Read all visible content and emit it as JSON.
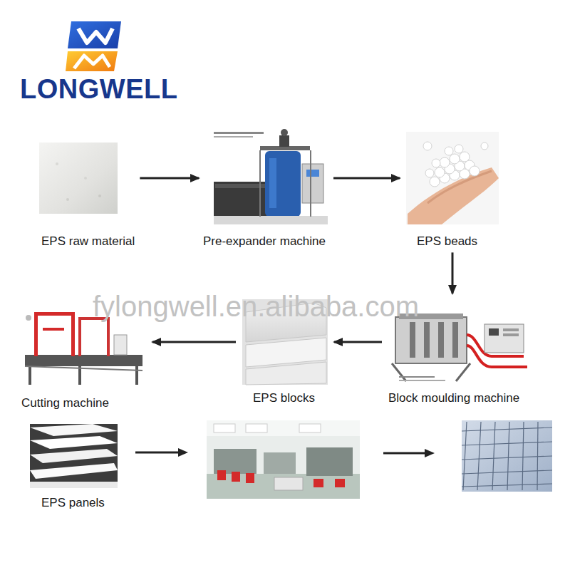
{
  "diagram": {
    "nodes": [
      {
        "text": [
          "EPS raw material"
        ]
      },
      {
        "text": [
          "Pre-expander machine"
        ]
      },
      {
        "text": [
          "EPS beads"
        ]
      },
      {
        "text": [
          "Cutting machine"
        ]
      },
      {
        "text": [
          "EPS blocks"
        ]
      },
      {
        "text": [
          "Block moulding machine"
        ]
      },
      {
        "text": [
          "EPS panels"
        ]
      }
    ],
    "edges": [
      {
        "from": 0,
        "to": 1,
        "arrow": "to"
      },
      {
        "from": 1,
        "to": 2,
        "arrow": "to"
      },
      {
        "from": 2,
        "to": 5,
        "arrow": "to"
      },
      {
        "from": 5,
        "to": 4,
        "arrow": "to"
      },
      {
        "from": 4,
        "to": 3,
        "arrow": "to"
      }
    ],
    "labels": [
      "LONGWELL",
      "fylongwell.en.alibaba.com"
    ]
  }
}
